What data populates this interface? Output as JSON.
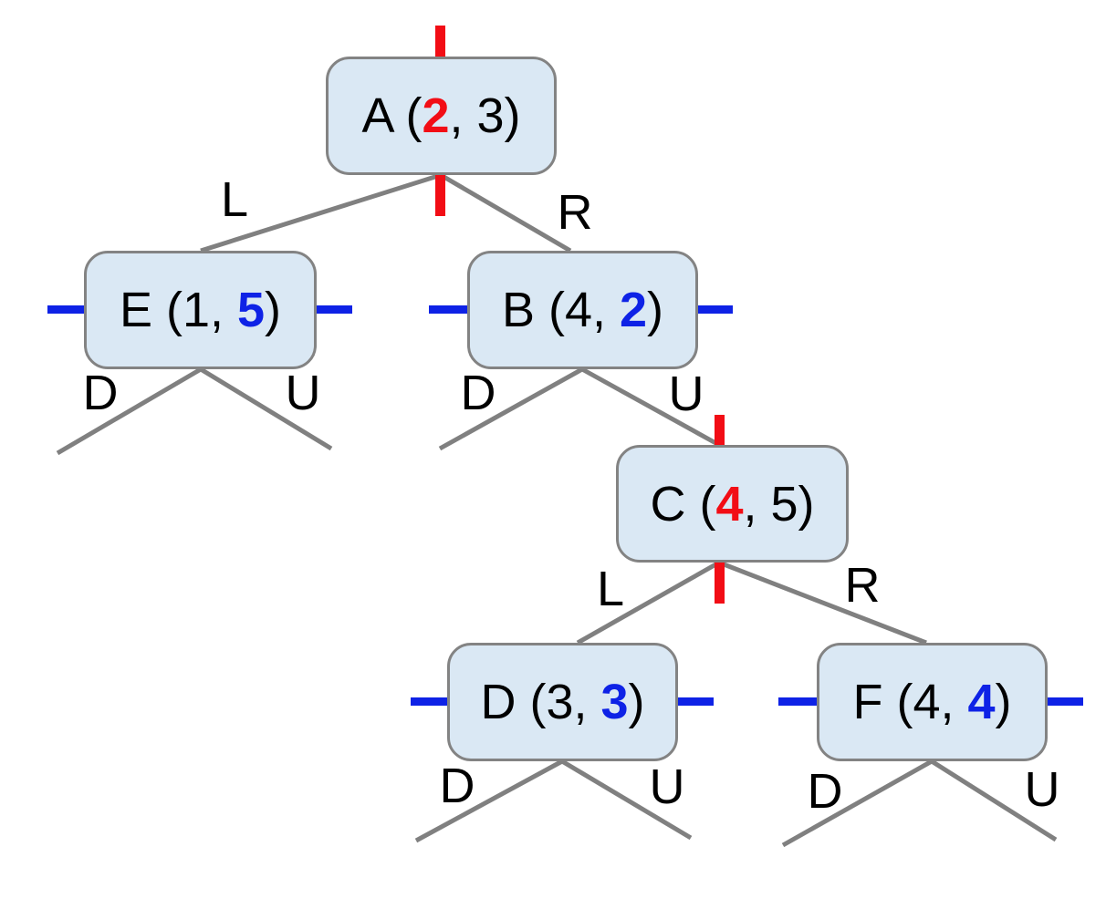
{
  "diagram_type": "kd-tree",
  "colors": {
    "node_fill": "#dae8f4",
    "node_border": "#838383",
    "edge_line": "#808080",
    "x_split_red": "#f20d15",
    "y_split_blue": "#0e22e6",
    "text": "#000000",
    "background": "#ffffff"
  },
  "nodes": {
    "A": {
      "pre": "A (",
      "hl": "2",
      "post": ", 3)",
      "split": "x",
      "full": "A (2, 3)"
    },
    "E": {
      "pre": "E (1, ",
      "hl": "5",
      "post": ")",
      "split": "y",
      "full": "E (1, 5)"
    },
    "B": {
      "pre": "B (4, ",
      "hl": "2",
      "post": ")",
      "split": "y",
      "full": "B (4, 2)"
    },
    "C": {
      "pre": "C (",
      "hl": "4",
      "post": ", 5)",
      "split": "x",
      "full": "C (4, 5)"
    },
    "D": {
      "pre": "D (3, ",
      "hl": "3",
      "post": ")",
      "split": "y",
      "full": "D (3, 3)"
    },
    "F": {
      "pre": "F (4, ",
      "hl": "4",
      "post": ")",
      "split": "y",
      "full": "F (4, 4)"
    }
  },
  "edge_labels": {
    "L": "L",
    "R": "R",
    "D": "D",
    "U": "U"
  },
  "tree_structure": {
    "A": {
      "L": "E",
      "R": "B"
    },
    "E": {
      "D": null,
      "U": null
    },
    "B": {
      "D": null,
      "U": "C"
    },
    "C": {
      "L": "D",
      "R": "F"
    },
    "D": {
      "D": null,
      "U": null
    },
    "F": {
      "D": null,
      "U": null
    }
  }
}
